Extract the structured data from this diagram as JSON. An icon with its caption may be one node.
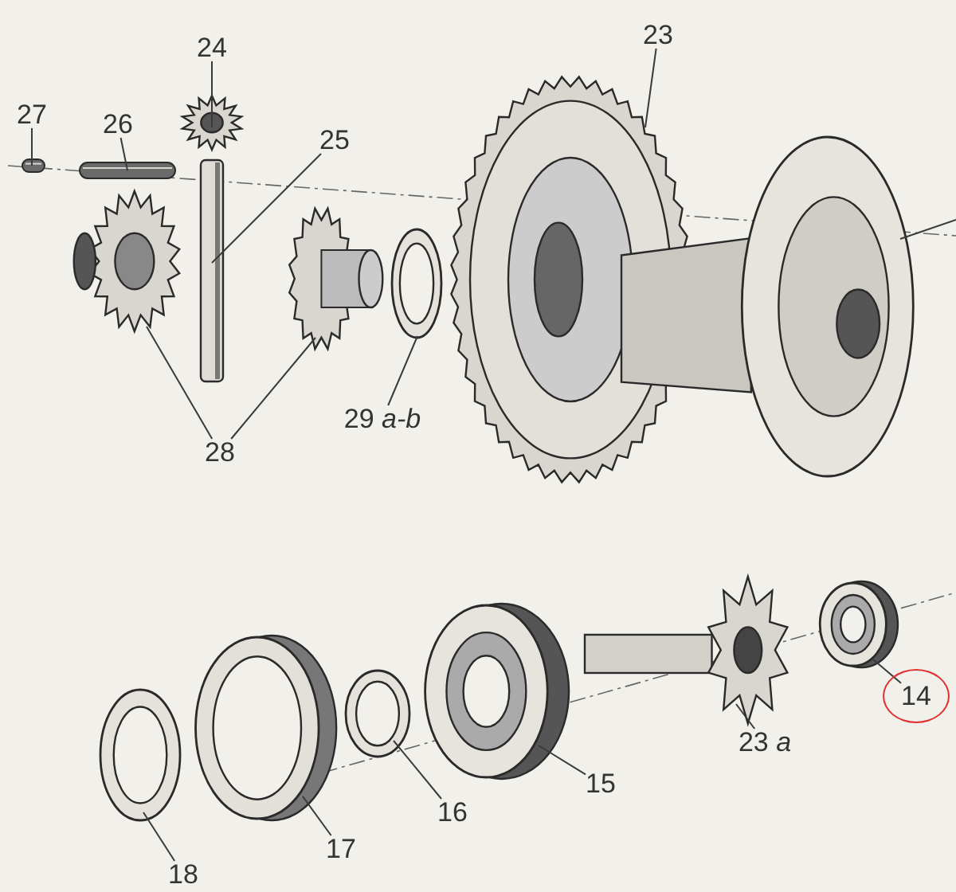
{
  "diagram": {
    "nodes": [
      {
        "text": [
          "24"
        ]
      },
      {
        "text": [],
        "shape": "picture"
      },
      {
        "text": [
          "27"
        ]
      },
      {
        "text": [],
        "shape": "picture"
      },
      {
        "text": [
          "26"
        ]
      },
      {
        "text": [],
        "shape": "picture"
      },
      {
        "text": [
          "25"
        ]
      },
      {
        "text": [],
        "shape": "picture"
      },
      {
        "text": [
          "23"
        ]
      },
      {
        "text": [],
        "shape": "picture"
      },
      {
        "text": [],
        "shape": "picture"
      },
      {
        "text": [],
        "shape": "picture"
      },
      {
        "text": [],
        "shape": "picture"
      },
      {
        "text": [
          "28"
        ]
      },
      {
        "text": [],
        "shape": "picture"
      },
      {
        "text": [
          "29 *a-b*"
        ]
      },
      {
        "text": [],
        "shape": "picture"
      },
      {
        "text": [
          "14"
        ]
      },
      {
        "text": [],
        "shape": "picture"
      },
      {
        "text": [
          "23 *a*"
        ]
      },
      {
        "text": [],
        "shape": "picture"
      },
      {
        "text": [
          "15"
        ]
      },
      {
        "text": [],
        "shape": "picture"
      },
      {
        "text": [
          "16"
        ]
      },
      {
        "text": [],
        "shape": "picture"
      },
      {
        "text": [
          "17"
        ]
      },
      {
        "text": [],
        "shape": "picture"
      },
      {
        "text": [
          "18"
        ]
      }
    ],
    "edges": [
      {
        "from": 0,
        "to": 1,
        "arrow": "none"
      },
      {
        "from": 2,
        "to": 3,
        "arrow": "none"
      },
      {
        "from": 4,
        "to": 5,
        "arrow": "none"
      },
      {
        "from": 6,
        "to": 7,
        "arrow": "none"
      },
      {
        "from": 8,
        "to": 9,
        "arrow": "none"
      },
      {
        "from": null,
        "to": 10,
        "arrow": "none"
      },
      {
        "from": 13,
        "to": 11,
        "arrow": "none"
      },
      {
        "from": 13,
        "to": 12,
        "arrow": "none"
      },
      {
        "from": 15,
        "to": 14,
        "arrow": "none"
      },
      {
        "from": 17,
        "to": 16,
        "arrow": "none"
      },
      {
        "from": 19,
        "to": 18,
        "arrow": "none"
      },
      {
        "from": 21,
        "to": 20,
        "arrow": "none"
      },
      {
        "from": 23,
        "to": 22,
        "arrow": "none"
      },
      {
        "from": 25,
        "to": 24,
        "arrow": "none"
      },
      {
        "from": 27,
        "to": 26,
        "arrow": "none"
      }
    ]
  }
}
